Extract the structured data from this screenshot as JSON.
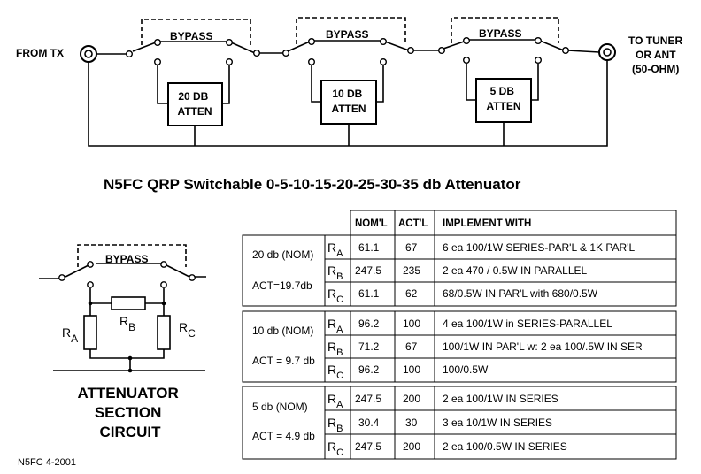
{
  "top_circuit": {
    "from_label": "FROM TX",
    "to_label_lines": [
      "TO TUNER",
      "OR ANT",
      "(50-OHM)"
    ],
    "sections": [
      {
        "bypass_label": "BYPASS",
        "atten_lines": [
          "20 DB",
          "ATTEN"
        ]
      },
      {
        "bypass_label": "BYPASS",
        "atten_lines": [
          "10 DB",
          "ATTEN"
        ]
      },
      {
        "bypass_label": "BYPASS",
        "atten_lines": [
          "5 DB",
          "ATTEN"
        ]
      }
    ]
  },
  "title": "N5FC  QRP Switchable  0-5-10-15-20-25-30-35 db Attenuator",
  "section_circuit": {
    "bypass_label": "BYPASS",
    "resistors": [
      {
        "main": "R",
        "sub": "A"
      },
      {
        "main": "R",
        "sub": "B"
      },
      {
        "main": "R",
        "sub": "C"
      }
    ],
    "caption_lines": [
      "ATTENUATOR",
      "SECTION",
      "CIRCUIT"
    ]
  },
  "footer": "N5FC 4-2001",
  "table": {
    "headers": [
      "NOM'L",
      "ACT'L",
      "IMPLEMENT WITH"
    ],
    "groups": [
      {
        "nom_label": "20 db (NOM)",
        "act_label": "ACT=19.7db",
        "rows": [
          {
            "r": "R",
            "sub": "A",
            "nom": "61.1",
            "act": "67",
            "impl": "6 ea 100/1W SERIES-PAR'L & 1K  PAR'L"
          },
          {
            "r": "R",
            "sub": "B",
            "nom": "247.5",
            "act": "235",
            "impl": "2 ea 470 / 0.5W IN PARALLEL"
          },
          {
            "r": "R",
            "sub": "C",
            "nom": "61.1",
            "act": "62",
            "impl": "68/0.5W IN PAR'L with 680/0.5W"
          }
        ]
      },
      {
        "nom_label": "10 db (NOM)",
        "act_label": "ACT = 9.7 db",
        "rows": [
          {
            "r": "R",
            "sub": "A",
            "nom": "96.2",
            "act": "100",
            "impl": "4 ea 100/1W in SERIES-PARALLEL"
          },
          {
            "r": "R",
            "sub": "B",
            "nom": "71.2",
            "act": "67",
            "impl": "100/1W IN PAR'L w:  2 ea 100/.5W IN SER"
          },
          {
            "r": "R",
            "sub": "C",
            "nom": "96.2",
            "act": "100",
            "impl": "100/0.5W"
          }
        ]
      },
      {
        "nom_label": "5 db (NOM)",
        "act_label": "ACT = 4.9 db",
        "rows": [
          {
            "r": "R",
            "sub": "A",
            "nom": "247.5",
            "act": "200",
            "impl": "2 ea 100/1W IN SERIES"
          },
          {
            "r": "R",
            "sub": "B",
            "nom": "30.4",
            "act": "30",
            "impl": "3 ea 10/1W IN SERIES"
          },
          {
            "r": "R",
            "sub": "C",
            "nom": "247.5",
            "act": "200",
            "impl": "2 ea 100/0.5W IN SERIES"
          }
        ]
      }
    ]
  }
}
